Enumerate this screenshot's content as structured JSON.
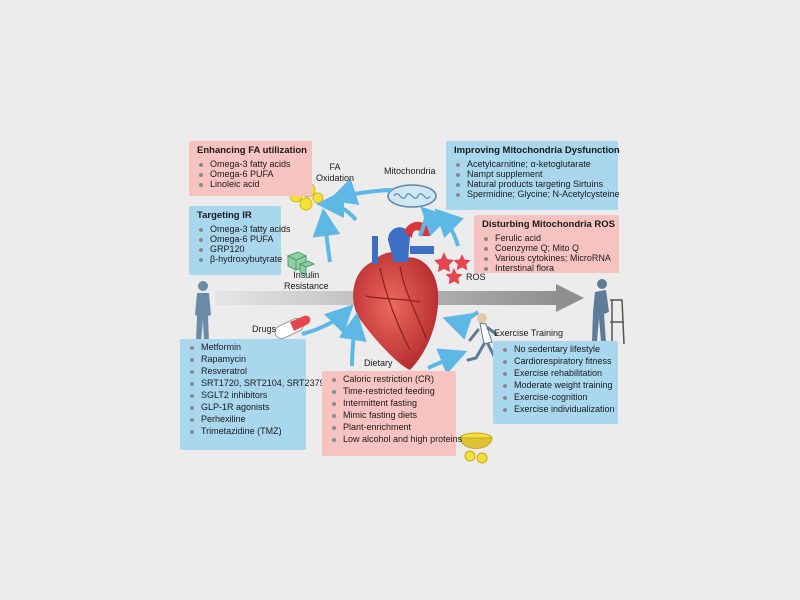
{
  "boxes": {
    "fa": {
      "title": "Enhancing FA utilization",
      "items": [
        "Omega-3 fatty acids",
        "Omega-6 PUFA",
        "Linoleic acid"
      ]
    },
    "ir": {
      "title": "Targeting IR",
      "items": [
        "Omega-3 fatty acids",
        "Omega-6 PUFA",
        "GRP120",
        "β-hydroxybutyrate"
      ]
    },
    "mito": {
      "title": "Improving Mitochondria Dysfunction",
      "items": [
        "Acetylcarnitine; α-ketoglutarate",
        "Nampt supplement",
        "Natural products targeting Sirtuins",
        "Spermidine; Glycine; N-Acetylcysteine"
      ]
    },
    "ros": {
      "title": "Disturbing Mitochondria ROS",
      "items": [
        "Ferulic acid",
        "Coenzyme Q; Mito Q",
        "Various cytokines; MicroRNA",
        "Interstinal flora"
      ]
    },
    "drugs": {
      "items": [
        "Metformin",
        "Rapamycin",
        "Resveratrol",
        "SRT1720, SRT2104, SRT2379",
        "SGLT2 inhibitors",
        "GLP-1R agonists",
        "Perhexiline",
        "Trimetazidine (TMZ)"
      ]
    },
    "dietary": {
      "items": [
        "Caloric restriction (CR)",
        "Time-restricted feeding",
        "Intermittent fasting",
        "Mimic fasting diets",
        "Plant-enrichment",
        "Low alcohol and high proteins"
      ]
    },
    "exercise": {
      "items": [
        "No sedentary lifestyle",
        "Cardiorespiratory fitness",
        "Exercise rehabilitation",
        "Moderate weight training",
        "Exercise-cognition",
        "Exercise individualization"
      ]
    }
  },
  "labels": {
    "fa_oxidation": "FA\nOxidation",
    "mitochondria": "Mitochondria",
    "insulin_resistance": "Insulin\nResistance",
    "ros": "ROS",
    "drugs": "Drugs",
    "dietary": "Dietary",
    "exercise_training": "Exercise Training"
  },
  "colors": {
    "pink_box": "#f6c3c1",
    "blue_box": "#a9d7ee",
    "arrow": "#5db8e6",
    "heart_red": "#d9363b",
    "aorta_blue": "#3d6fc4",
    "ros_star": "#e5454e",
    "fat_droplet": "#f5df3a"
  }
}
